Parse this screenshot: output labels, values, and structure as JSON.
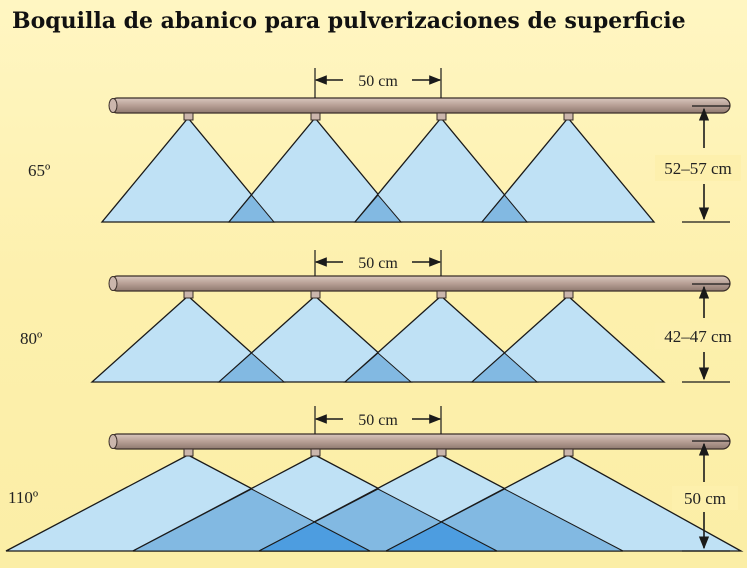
{
  "title": "Boquilla de abanico para pulverizaciones de superficie",
  "colors": {
    "background": "#fdf3b8",
    "boom": "#b79f95",
    "spray": "#bfe1f5",
    "overlap": "#82b9e2",
    "overlap_double": "#4d9de0",
    "line": "#1a1a1a"
  },
  "rows": [
    {
      "angle": "65º",
      "spacing": "50 cm",
      "height": "52–57 cm"
    },
    {
      "angle": "80º",
      "spacing": "50 cm",
      "height": "42–47 cm"
    },
    {
      "angle": "110º",
      "spacing": "50 cm",
      "height": "50 cm"
    }
  ]
}
